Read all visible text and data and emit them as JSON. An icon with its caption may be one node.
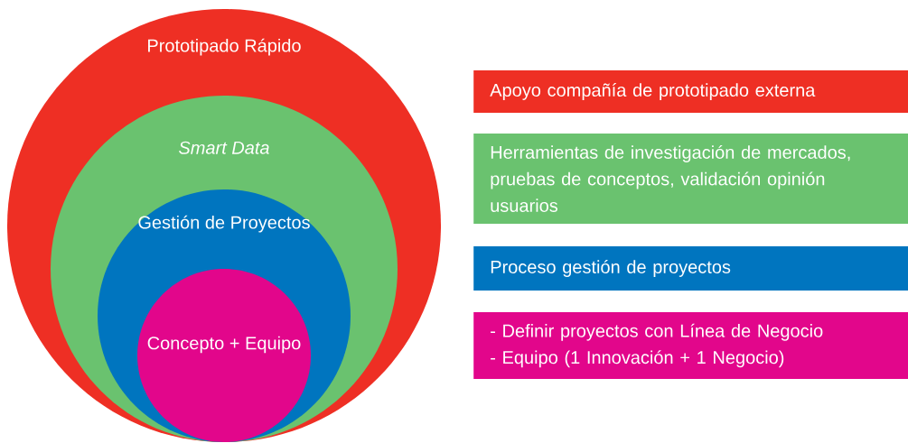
{
  "diagram": {
    "nodes": [
      {
        "text": [
          "Prototipado Rápido"
        ]
      },
      {
        "text": [
          "Smart Data"
        ],
        "in": 0
      },
      {
        "text": [
          "Gestión de Proyectos"
        ],
        "in": 1
      },
      {
        "text": [
          "Concepto + Equipo"
        ],
        "in": 2
      },
      {
        "text": [
          "Apoyo compañía de prototipado externa"
        ]
      },
      {
        "text": [
          "Herramientas de investigación de mercados, pruebas de conceptos, validación opinión usuarios"
        ]
      },
      {
        "text": [
          "Proceso gestión de proyectos"
        ]
      },
      {
        "text": [
          "- Definir proyectos con Línea de Negocio",
          "- Equipo (1 Innovación + 1 Negocio)"
        ]
      }
    ]
  }
}
